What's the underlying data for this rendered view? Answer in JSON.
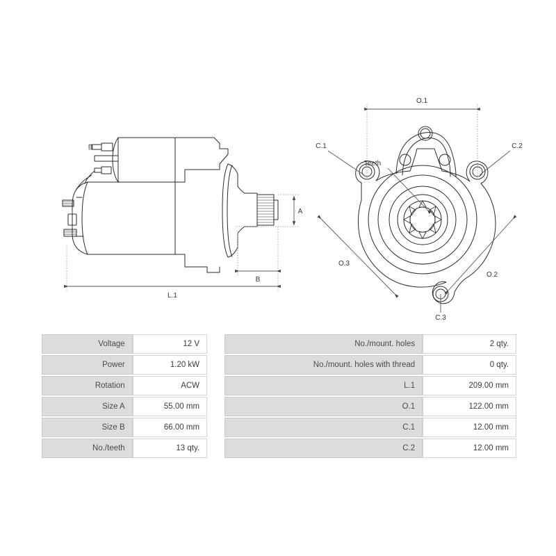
{
  "drawings": {
    "side_view": {
      "name": "starter-motor-side-view",
      "dimension_labels": {
        "a": "A",
        "b": "B",
        "l1": "L.1"
      }
    },
    "flange_view": {
      "name": "starter-motor-mounting-flange-view",
      "dimension_labels": {
        "o1": "O.1",
        "o2": "O.2",
        "o3": "O.3",
        "c1": "C.1",
        "c2": "C.2",
        "c3": "C.3",
        "teeth": "Teeth"
      }
    }
  },
  "spec_table": {
    "left_column": [
      {
        "label": "Voltage",
        "value": "12 V"
      },
      {
        "label": "Power",
        "value": "1.20 kW"
      },
      {
        "label": "Rotation",
        "value": "ACW"
      },
      {
        "label": "Size A",
        "value": "55.00 mm"
      },
      {
        "label": "Size B",
        "value": "66.00 mm"
      },
      {
        "label": "No./teeth",
        "value": "13 qty."
      }
    ],
    "right_column": [
      {
        "label": "No./mount. holes",
        "value": "2 qty."
      },
      {
        "label": "No./mount. holes with thread",
        "value": "0 qty."
      },
      {
        "label": "L.1",
        "value": "209.00 mm"
      },
      {
        "label": "O.1",
        "value": "122.00 mm"
      },
      {
        "label": "C.1",
        "value": "12.00 mm"
      },
      {
        "label": "C.2",
        "value": "12.00 mm"
      }
    ]
  },
  "colors": {
    "background": "#ffffff",
    "label_cell_bg": "#dcdcdc",
    "value_cell_bg": "#ffffff",
    "cell_border": "#c9c9c9",
    "drawing_line": "#2b2b2b",
    "dimension_line": "#555555",
    "text": "#444444"
  }
}
